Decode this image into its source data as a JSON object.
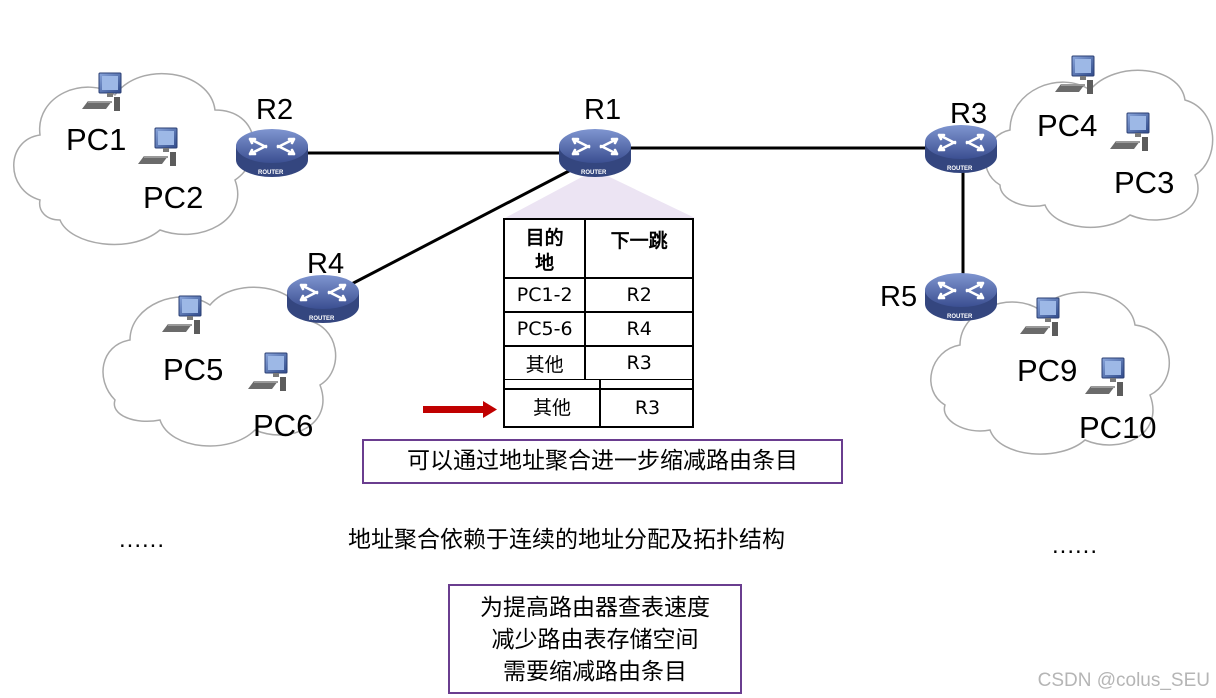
{
  "routers": {
    "r1": {
      "label": "R1",
      "badge": "ROUTER"
    },
    "r2": {
      "label": "R2",
      "badge": "ROUTER"
    },
    "r3": {
      "label": "R3",
      "badge": "ROUTER"
    },
    "r4": {
      "label": "R4",
      "badge": "ROUTER"
    },
    "r5": {
      "label": "R5",
      "badge": "ROUTER"
    }
  },
  "pcs": {
    "pc1": "PC1",
    "pc2": "PC2",
    "pc3": "PC3",
    "pc4": "PC4",
    "pc5": "PC5",
    "pc6": "PC6",
    "pc9": "PC9",
    "pc10": "PC10"
  },
  "routing_table": {
    "headers": [
      "目的地",
      "下一跳"
    ],
    "rows": [
      {
        "dest": "PC1-2",
        "next": "R2"
      },
      {
        "dest": "PC5-6",
        "next": "R4"
      },
      {
        "dest": "其他",
        "next": "R3"
      }
    ],
    "aggregated_row": {
      "dest": "其他",
      "next": "R3"
    }
  },
  "notes": {
    "aggregation": "可以通过地址聚合进一步缩减路由条目",
    "dependency": "地址聚合依赖于连续的地址分配及拓扑结构",
    "purpose": [
      "为提高路由器查表速度",
      "减少路由表存储空间",
      "需要缩减路由条目"
    ]
  },
  "ellipsis_left": "......",
  "ellipsis_right": "......",
  "watermark": "CSDN @colus_SEU",
  "colors": {
    "arrow": "#c00000",
    "box_border": "#6a3d8f",
    "router": "#4a63a8"
  }
}
